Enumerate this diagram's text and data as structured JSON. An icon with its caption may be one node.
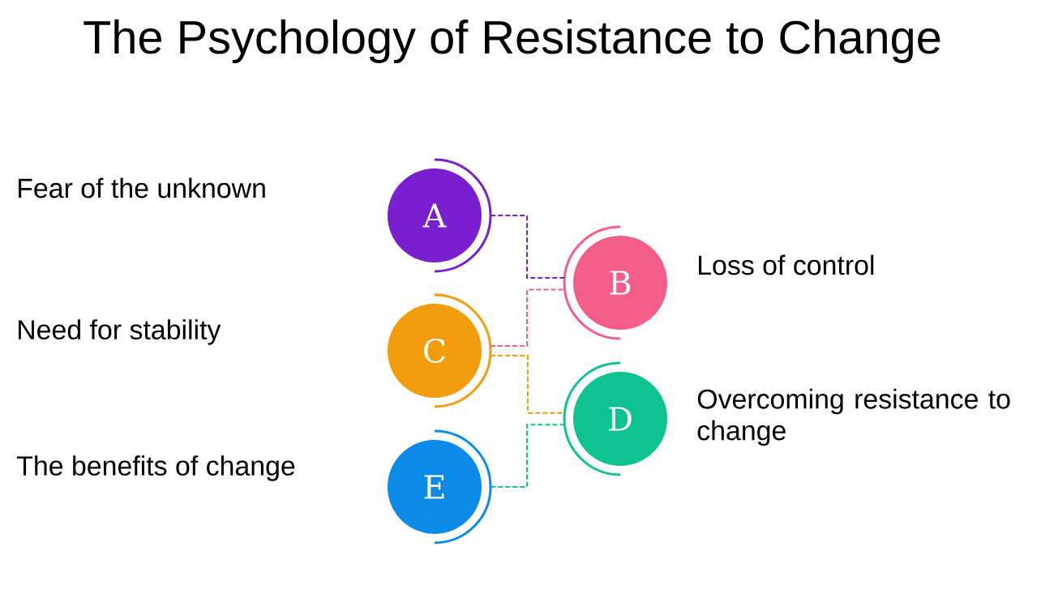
{
  "diagram": {
    "title": "The Psychology of Resistance to Change",
    "nodes": [
      {
        "text": [
          "A"
        ]
      },
      {
        "text": [
          "B"
        ],
        "beside": [
          "Loss of control"
        ]
      },
      {
        "text": [
          "C"
        ]
      },
      {
        "text": [
          "D"
        ],
        "beside": [
          "Overcoming resistance to change"
        ]
      },
      {
        "text": [
          "E"
        ]
      }
    ],
    "edges": [
      {
        "from": 0,
        "to": 1,
        "arrow": "none",
        "style": "dashed",
        "color": "#7a1fd0"
      },
      {
        "from": 2,
        "to": 1,
        "arrow": "none",
        "style": "dashed",
        "color": "#f25d8a"
      },
      {
        "from": 2,
        "to": 3,
        "arrow": "none",
        "style": "dashed",
        "color": "#f39c0b"
      },
      {
        "from": 4,
        "to": 3,
        "arrow": "none",
        "style": "dashed",
        "color": "#0dc38f"
      }
    ],
    "labels": [
      "Fear of the unknown",
      "Need for stability",
      "The benefits of change"
    ]
  }
}
